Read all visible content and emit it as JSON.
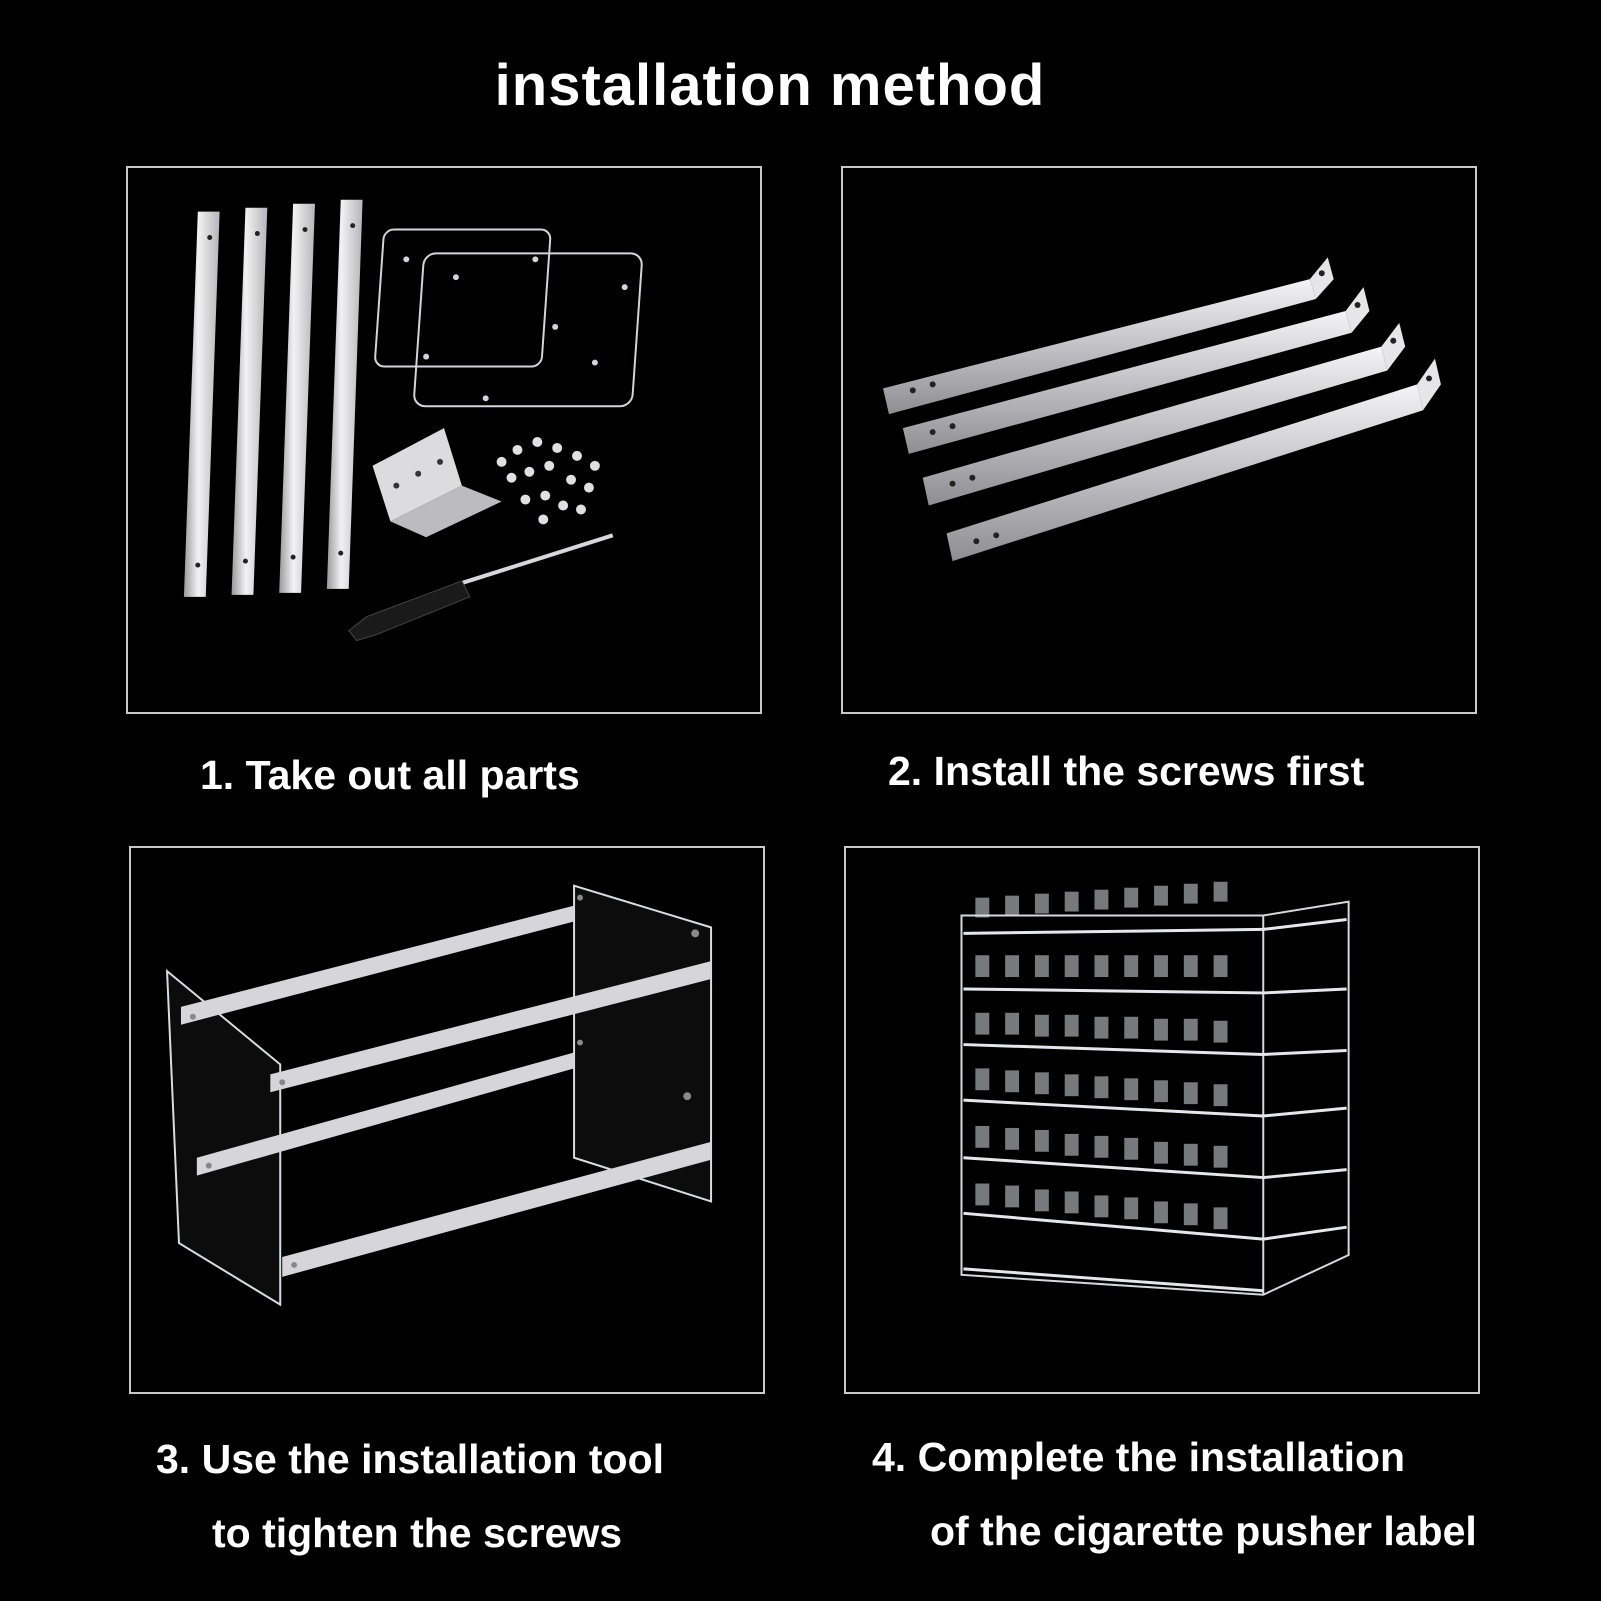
{
  "title": "installation method",
  "steps": [
    {
      "caption": "1. Take out all parts"
    },
    {
      "caption": "2. Install the screws first"
    },
    {
      "caption_line1": "3. Use the installation tool",
      "caption_line2": "to tighten the screws"
    },
    {
      "caption_line1": "4. Complete the installation",
      "caption_line2": "of the cigarette pusher label"
    }
  ],
  "colors": {
    "background": "#000000",
    "text": "#ffffff",
    "border": "#c8c8c8",
    "metal": "#d8d8dc",
    "acrylic": "#bfc6cc"
  }
}
